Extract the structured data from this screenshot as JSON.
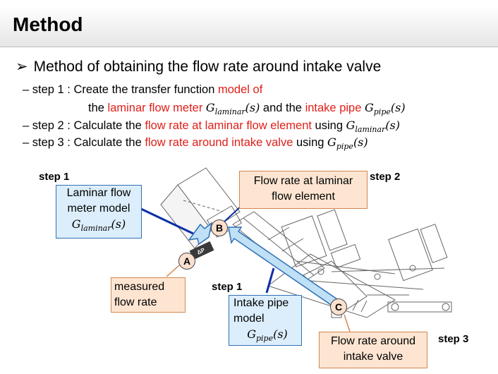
{
  "slide": {
    "title": "Method",
    "headline": "Method of obtaining the flow rate around intake valve",
    "bullet_marker": "➢"
  },
  "steps": {
    "s1_prefix": "– step 1 : Create the transfer function ",
    "s1_red1": "model of",
    "s1_l2_pre": "the ",
    "s1_l2_red1": "laminar flow meter",
    "s1_l2_math1": "G",
    "s1_l2_math1_sub": "laminar",
    "s1_l2_math1_arg": "(s)",
    "s1_l2_mid": " and the ",
    "s1_l2_red2": "intake pipe",
    "s1_l2_math2": "G",
    "s1_l2_math2_sub": "pipe",
    "s1_l2_math2_arg": "(s)",
    "s2_prefix": "– step 2 : Calculate the ",
    "s2_red": "flow rate at laminar flow element",
    "s2_mid": " using ",
    "s2_math": "G",
    "s2_math_sub": "laminar",
    "s2_math_arg": "(s)",
    "s3_prefix": "– step 3 : Calculate the ",
    "s3_red": "flow rate around intake valve",
    "s3_mid": " using ",
    "s3_math": "G",
    "s3_math_sub": "pipe",
    "s3_math_arg": "(s)"
  },
  "diagram": {
    "step1_label_top": "step 1",
    "step1_label_mid": "step 1",
    "step2_label": "step 2",
    "step3_label": "step 3",
    "laminar_model_l1": "Laminar flow",
    "laminar_model_l2": "meter model",
    "laminar_model_math": "G",
    "laminar_model_math_sub": "laminar",
    "laminar_model_math_arg": "(s)",
    "flow_laminar_l1": "Flow rate at laminar",
    "flow_laminar_l2": "flow element",
    "measured_l1": "measured",
    "measured_l2": "flow rate",
    "intake_l1": "Intake pipe",
    "intake_l2": "model",
    "intake_math": "G",
    "intake_math_sub": "pipe",
    "intake_math_arg": "(s)",
    "valve_l1": "Flow rate around",
    "valve_l2": "intake valve",
    "marker_a": "A",
    "marker_b": "B",
    "marker_c": "C",
    "sensor_label": "ΔP",
    "colors": {
      "accent_red": "#e0201a",
      "blue_box": "#dceefb",
      "orange_box": "#fde5d2",
      "arrow_blue": "#0b2fa8"
    }
  }
}
